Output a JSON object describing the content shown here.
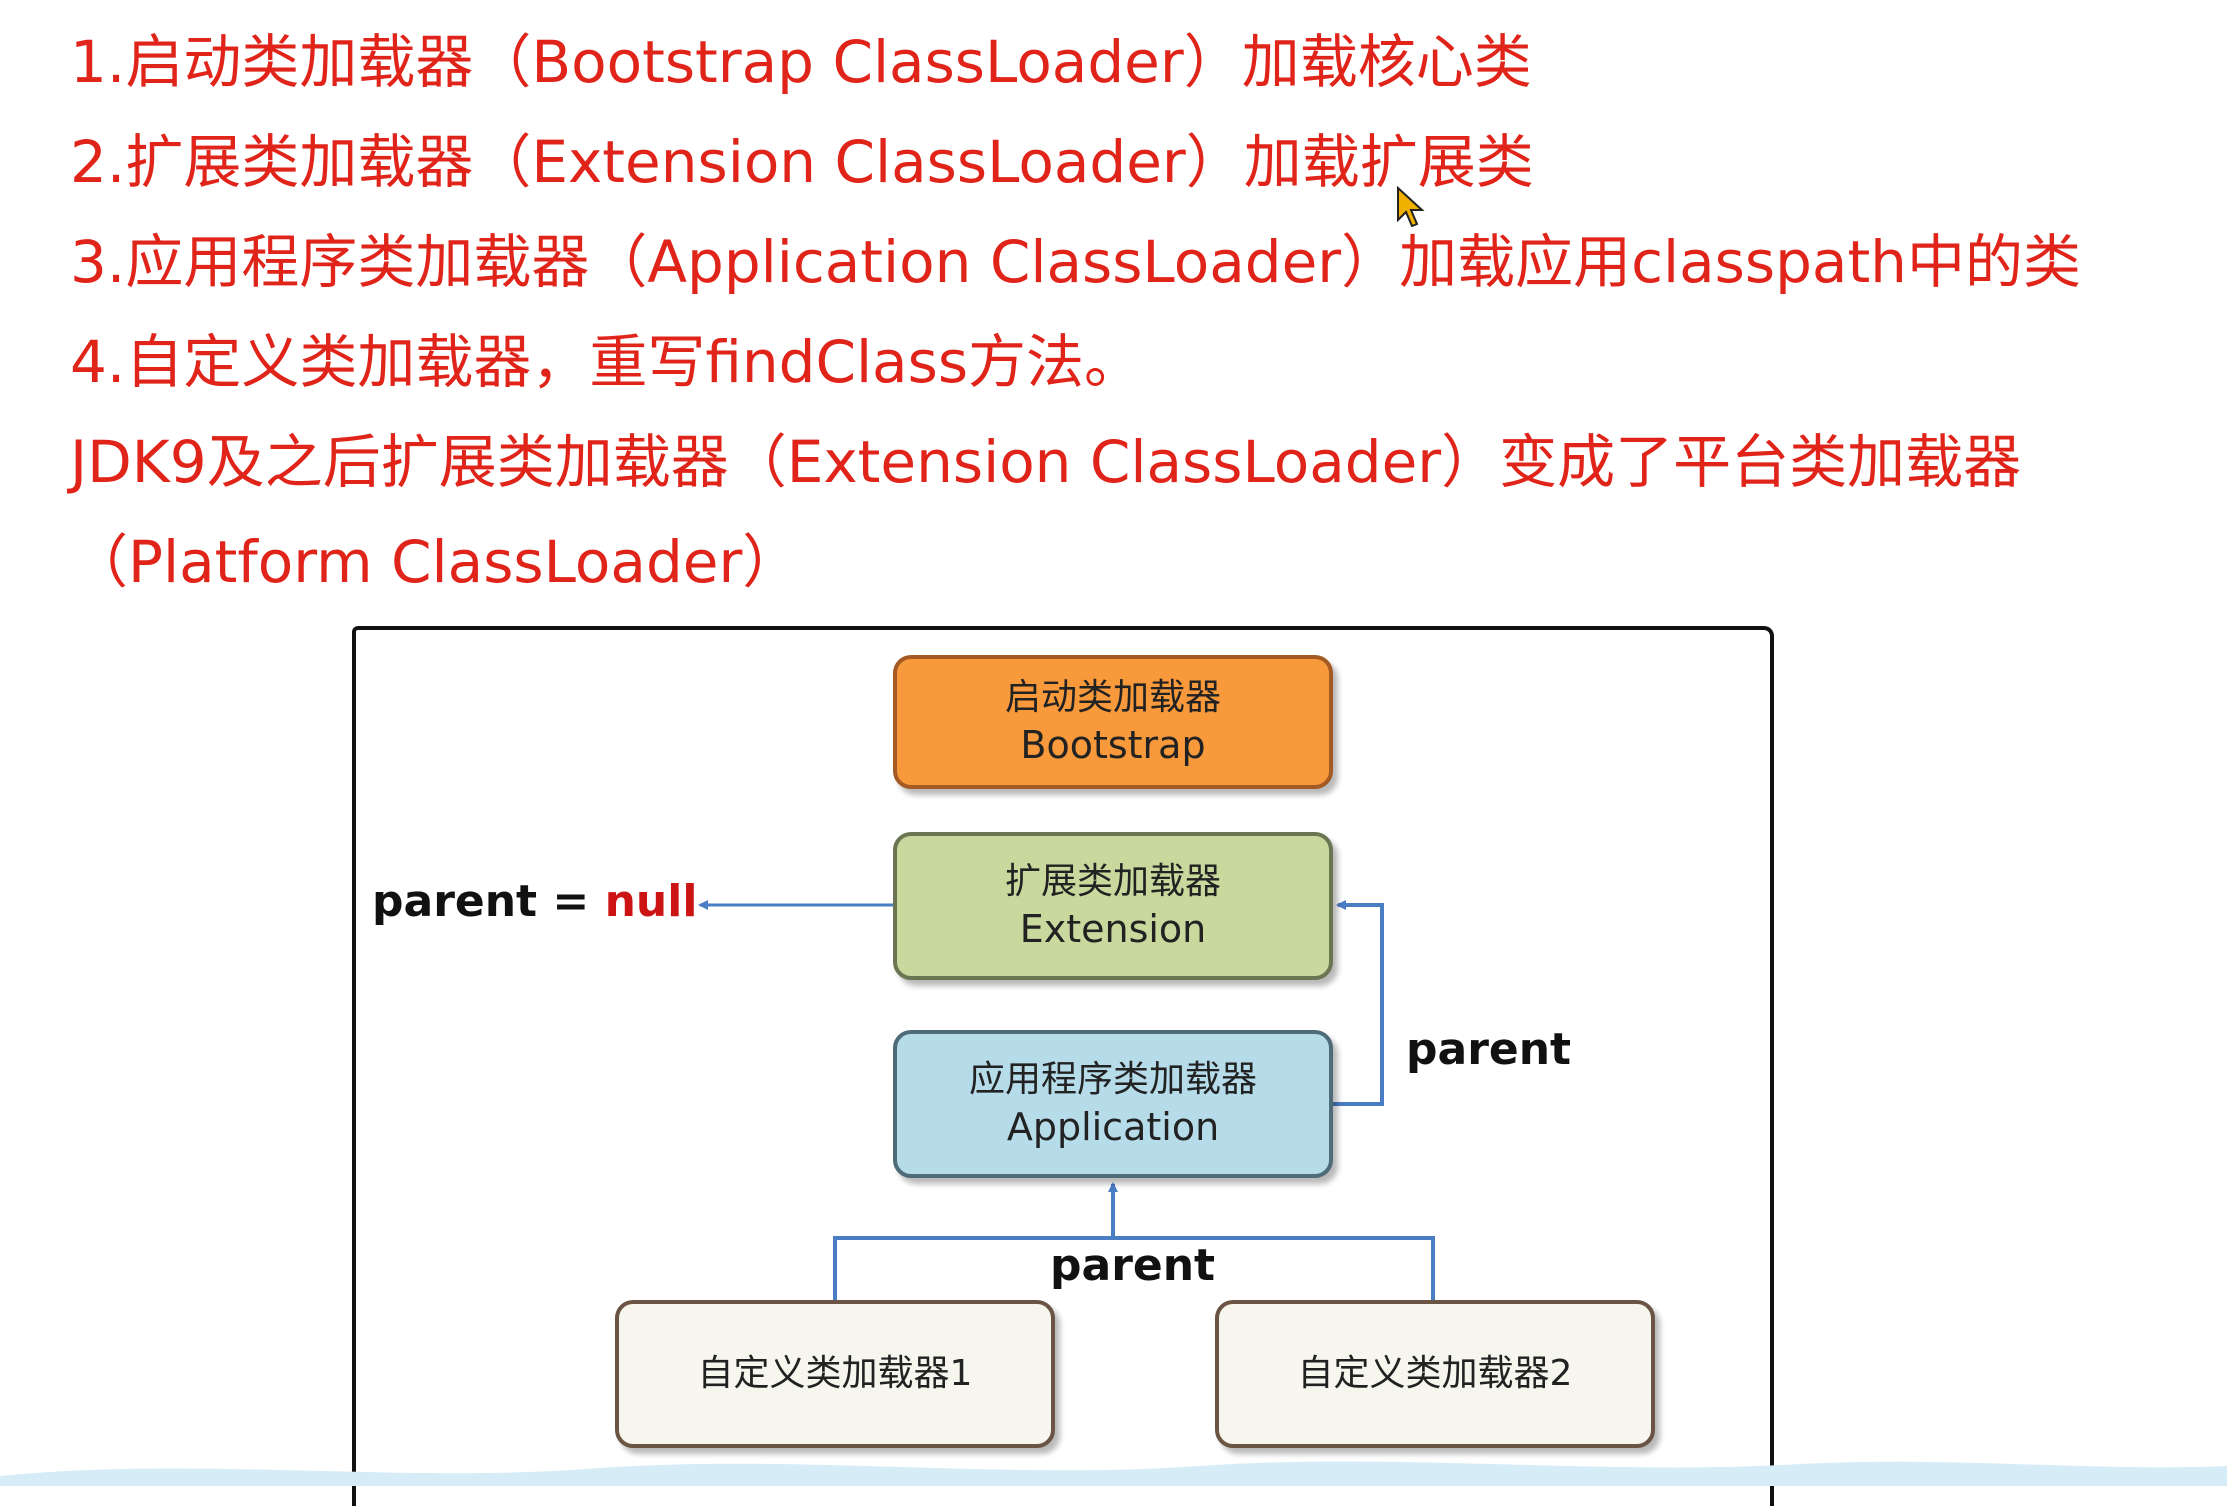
{
  "lines": [
    "1.启动类加载器（Bootstrap ClassLoader）加载核心类",
    "2.扩展类加载器（Extension ClassLoader）加载扩展类",
    "3.应用程序类加载器（Application ClassLoader）加载应用classpath中的类",
    "4.自定义类加载器，重写findClass方法。",
    "JDK9及之后扩展类加载器（Extension ClassLoader）变成了平台类加载器（Platform ClassLoader）"
  ],
  "diagram": {
    "bootstrap": {
      "zh": "启动类加载器",
      "en": "Bootstrap"
    },
    "extension": {
      "zh": "扩展类加载器",
      "en": "Extension"
    },
    "application": {
      "zh": "应用程序类加载器",
      "en": "Application"
    },
    "custom1": {
      "label": "自定义类加载器1"
    },
    "custom2": {
      "label": "自定义类加载器2"
    },
    "parent_null": {
      "prefix": "parent = ",
      "value": "null"
    },
    "parent_label_right": "parent",
    "parent_label_bottom": "parent"
  },
  "colors": {
    "text_red": "#e0241a",
    "bootstrap_fill": "#f89a3c",
    "extension_fill": "#c9d99e",
    "application_fill": "#b6dcea",
    "custom_fill": "#f6f6ee",
    "arrow_blue": "#4a7ec4",
    "null_red": "#cc1414"
  },
  "icons": {
    "cursor": "mouse-pointer-icon"
  }
}
